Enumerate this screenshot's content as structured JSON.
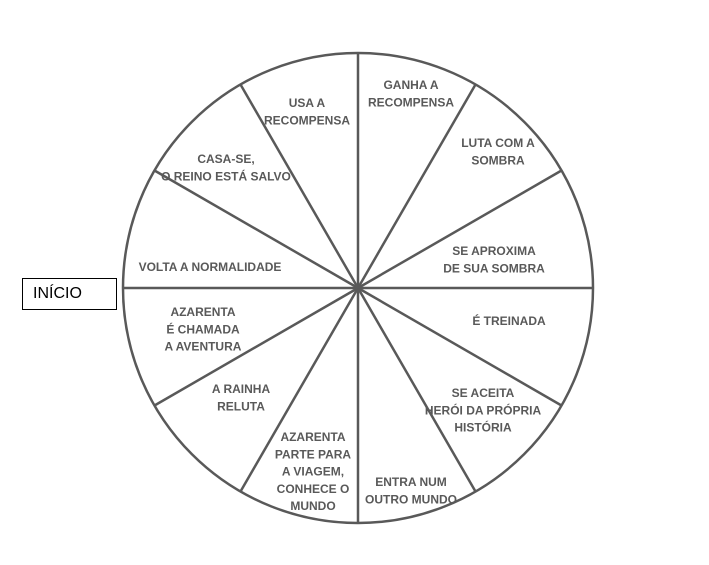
{
  "start_label": "INÍCIO",
  "colors": {
    "line": "#595959",
    "text": "#595959",
    "background": "#ffffff"
  },
  "segments": [
    {
      "id": "ganha",
      "lines": [
        "GANHA A",
        "RECOMPENSA"
      ]
    },
    {
      "id": "luta",
      "lines": [
        "LUTA COM A",
        "SOMBRA"
      ]
    },
    {
      "id": "aproxima",
      "lines": [
        "SE APROXIMA",
        "DE SUA SOMBRA"
      ]
    },
    {
      "id": "treinada",
      "lines": [
        "É TREINADA"
      ]
    },
    {
      "id": "aceita",
      "lines": [
        "SE ACEITA",
        "HERÓI DA PRÓPRIA",
        "HISTÓRIA"
      ]
    },
    {
      "id": "entra",
      "lines": [
        "ENTRA NUM",
        "OUTRO MUNDO"
      ]
    },
    {
      "id": "parte",
      "lines": [
        "AZARENTA",
        "PARTE PARA",
        "A VIAGEM,",
        "CONHECE O",
        "MUNDO"
      ]
    },
    {
      "id": "reluta",
      "lines": [
        "A RAINHA",
        "RELUTA"
      ]
    },
    {
      "id": "chamada",
      "lines": [
        "AZARENTA",
        "É CHAMADA",
        "A AVENTURA"
      ]
    },
    {
      "id": "volta",
      "lines": [
        "VOLTA A NORMALIDADE"
      ]
    },
    {
      "id": "casa",
      "lines": [
        "CASA-SE,",
        "O REINO ESTÁ SALVO"
      ]
    },
    {
      "id": "usa",
      "lines": [
        "USA A",
        "RECOMPENSA"
      ]
    }
  ]
}
